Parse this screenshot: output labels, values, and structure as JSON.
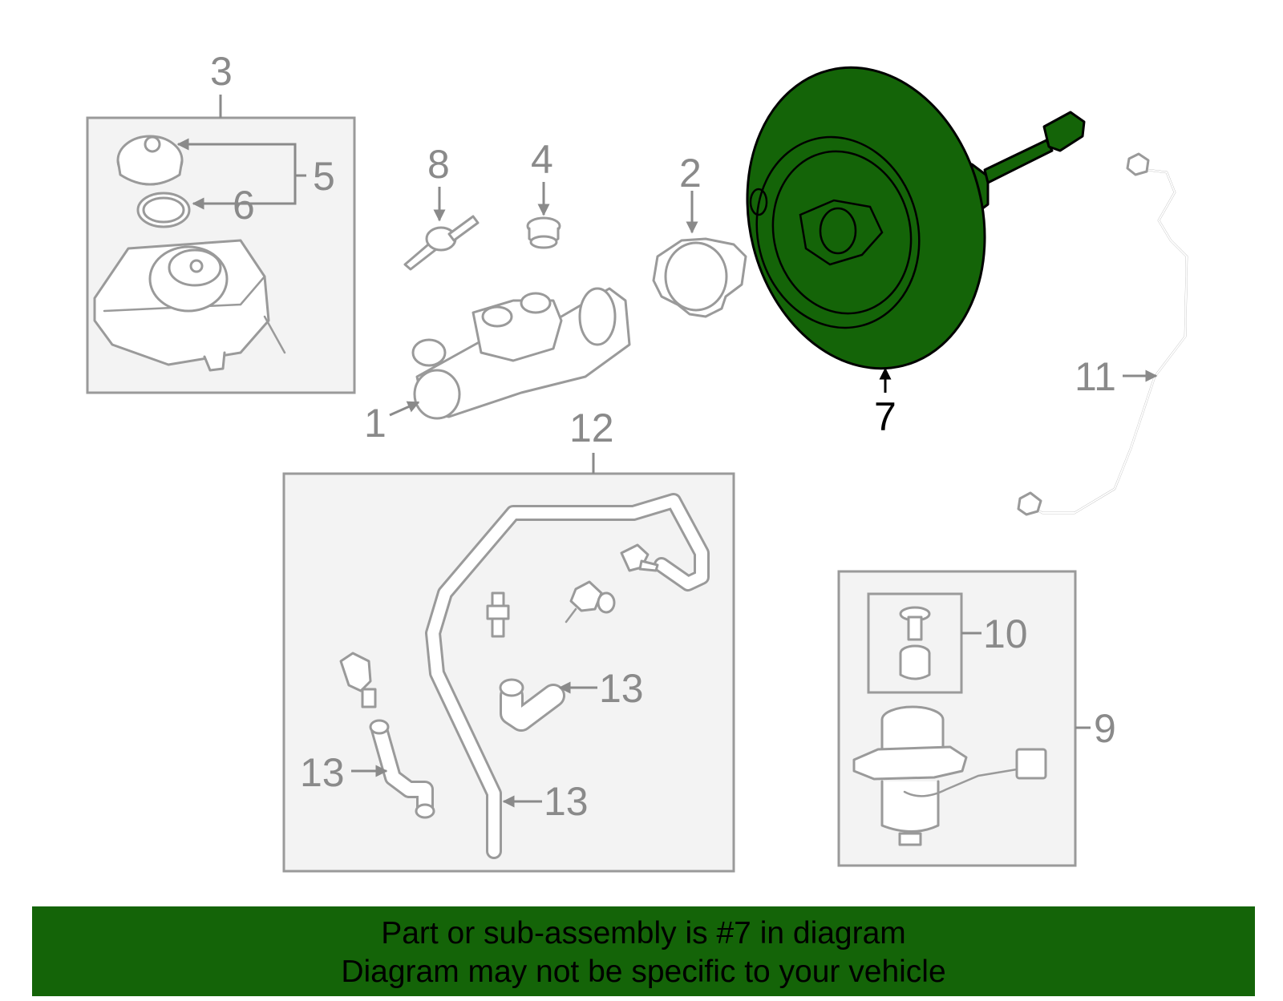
{
  "callouts": {
    "c1": "1",
    "c2": "2",
    "c3": "3",
    "c4": "4",
    "c5": "5",
    "c6": "6",
    "c7": "7",
    "c8": "8",
    "c9": "9",
    "c10": "10",
    "c11": "11",
    "c12": "12",
    "c13a": "13",
    "c13b": "13",
    "c13c": "13"
  },
  "highlighted_part": "7",
  "banner": {
    "line1": "Part or sub-assembly is #7 in diagram",
    "line2": "Diagram may not be specific to your vehicle"
  },
  "colors": {
    "highlight": "#146408",
    "banner_bg": "#146408",
    "line_gray": "#9a9a9a"
  }
}
